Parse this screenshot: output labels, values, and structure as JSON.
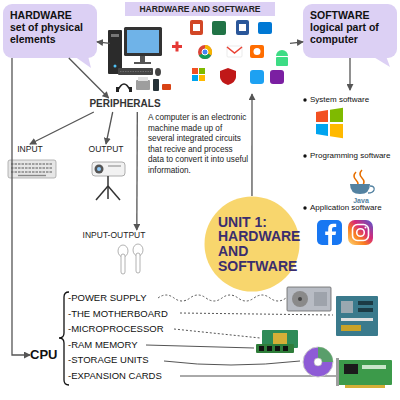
{
  "diagram": {
    "nodes": [
      {
        "text": [
          "HARDWARE",
          "set of physical elements"
        ]
      },
      {
        "text": [
          "HARDWARE AND SOFTWARE"
        ]
      },
      {
        "text": [
          "SOFTWARE",
          "logical part of computer"
        ]
      },
      {
        "text": [
          "PERIPHERALS"
        ]
      },
      {
        "text": [
          "INPUT"
        ]
      },
      {
        "text": [
          "OUTPUT"
        ]
      },
      {
        "text": [
          "System software",
          "Programming software",
          "Application software"
        ]
      },
      {
        "text": [
          "UNIT 1: HARDWARE AND SOFTWARE"
        ]
      },
      {
        "text": [
          "INPUT-OUTPUT"
        ]
      },
      {
        "text": [
          "CPU"
        ]
      }
    ],
    "edges": [
      {
        "from": 1,
        "to": 0,
        "arrow": "to"
      },
      {
        "from": 1,
        "to": 2,
        "arrow": "to"
      },
      {
        "from": 2,
        "to": 6,
        "arrow": "to"
      },
      {
        "from": 0,
        "to": 3,
        "arrow": "to"
      },
      {
        "from": 3,
        "to": 4,
        "arrow": "to"
      },
      {
        "from": 3,
        "to": 5,
        "arrow": "to"
      },
      {
        "from": 3,
        "to": 8,
        "arrow": "to"
      },
      {
        "from": 7,
        "to": 1,
        "arrow": "to"
      },
      {
        "from": 0,
        "to": 9,
        "arrow": "to"
      }
    ],
    "labels": [
      "A computer is an electronic machine made up of several integrated circuits that recive and process data to convert it into useful information.",
      "-POWER SUPPLY",
      "-THE MOTHERBOARD",
      "-MICROPROCESSOR",
      "-RAM MEMORY",
      "-STORAGE UNITS",
      "-EXPANSION CARDS",
      "Java"
    ]
  }
}
